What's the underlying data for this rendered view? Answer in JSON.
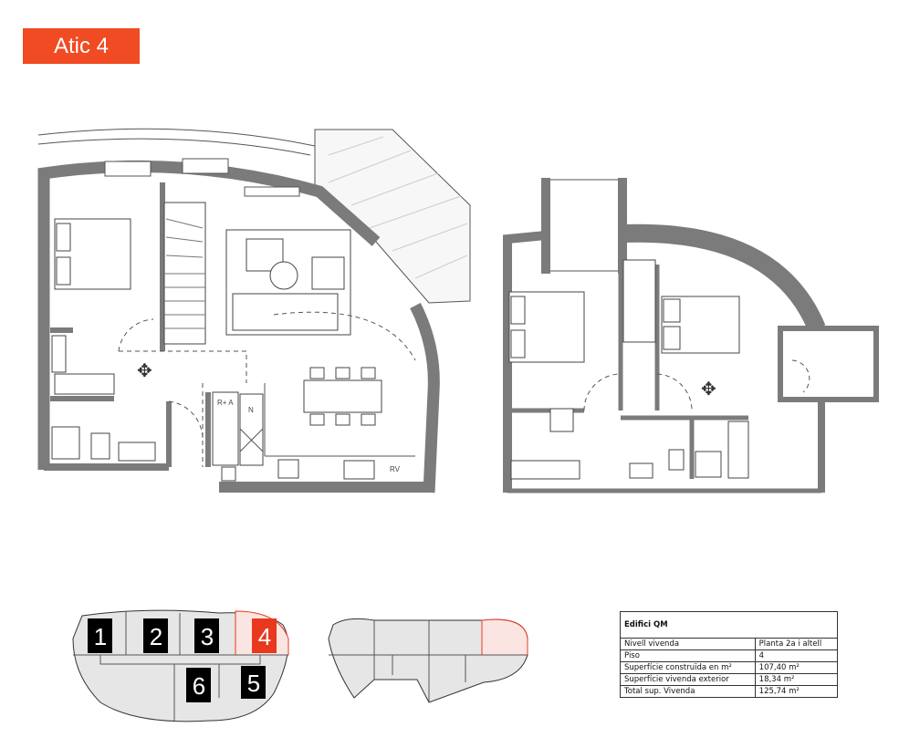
{
  "title": "Atic 4",
  "plan_labels": {
    "storage": "R+ A",
    "fridge": "N",
    "range_hood": "RV"
  },
  "key_plan": {
    "units": [
      "1",
      "2",
      "3",
      "4",
      "5",
      "6"
    ],
    "highlighted_unit": "4",
    "highlight_color": "#e8391f"
  },
  "info_table": {
    "heading": "Edifici QM",
    "rows": [
      {
        "label": "Nivell vivenda",
        "value": "Planta 2a i altell"
      },
      {
        "label": "Piso",
        "value": "4"
      },
      {
        "label": "Superfície construïda en m²",
        "value": "107,40 m²"
      },
      {
        "label": "Superfície vivenda exterior",
        "value": "18,34 m²"
      },
      {
        "label": "Total sup. Vivenda",
        "value": "125,74 m²"
      }
    ]
  },
  "colors": {
    "accent": "#f04b23",
    "wall": "#7b7b7b",
    "key_fill": "#e6e6e6"
  }
}
